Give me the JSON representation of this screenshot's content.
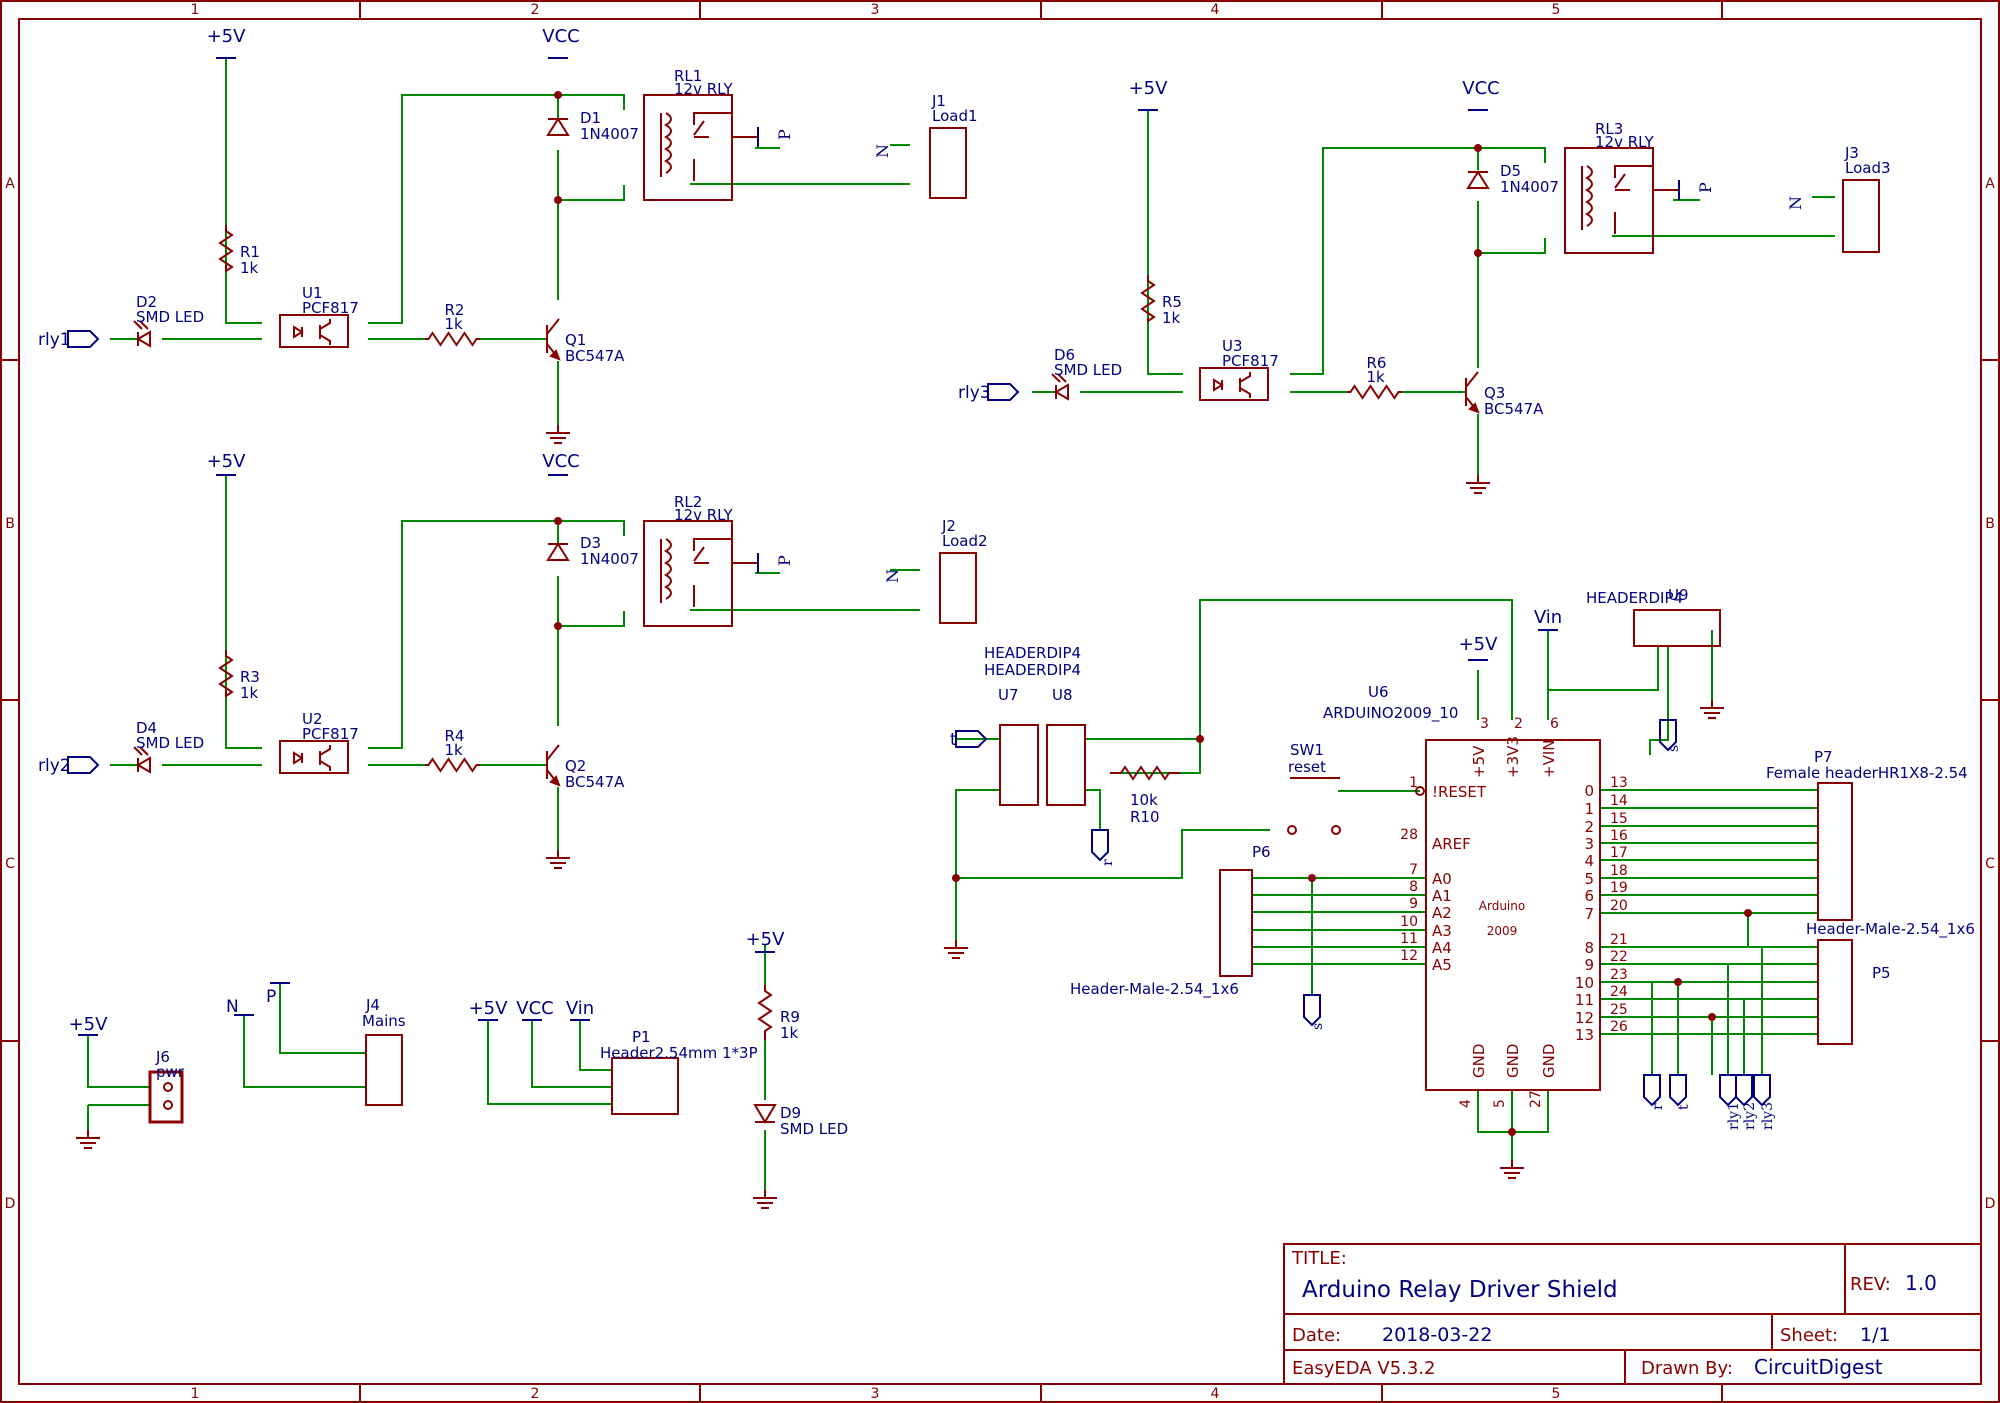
{
  "colors": {
    "frame": "#880000",
    "wire": "#008800",
    "ref": "#000080",
    "symbol": "#880000",
    "pin": "#880000",
    "text": "#000080",
    "bg": "#ffffff"
  },
  "frame": {
    "columns": [
      "1",
      "2",
      "3",
      "4",
      "5"
    ],
    "rows": [
      "A",
      "B",
      "C",
      "D"
    ]
  },
  "title_block": {
    "title_label": "TITLE:",
    "title": "Arduino Relay Driver Shield",
    "rev_label": "REV:",
    "rev": "1.0",
    "date_label": "Date:",
    "date": "2018-03-22",
    "sheet_label": "Sheet:",
    "sheet": "1/1",
    "tool": "EasyEDA V5.3.2",
    "drawn_by_label": "Drawn By:",
    "drawn_by": "CircuitDigest"
  },
  "power": {
    "p5v": "+5V",
    "vcc": "VCC",
    "vin": "Vin"
  },
  "ports": {
    "rly1": "rly1",
    "rly2": "rly2",
    "rly3": "rly3",
    "t": "t",
    "r": "r",
    "s": "s",
    "p": "P",
    "n": "N"
  },
  "relay_channel_1": {
    "relay_ref": "RL1",
    "relay_val": "12v RLY",
    "diode_ref": "D1",
    "diode_val": "1N4007",
    "res_top_ref": "R1",
    "res_top_val": "1k",
    "led_ref": "D2",
    "led_val": "SMD LED",
    "opto_ref": "U1",
    "opto_val": "PCF817",
    "res_base_ref": "R2",
    "res_base_val": "1k",
    "trans_ref": "Q1",
    "trans_val": "BC547A",
    "conn_ref": "J1",
    "conn_val": "Load1"
  },
  "relay_channel_2": {
    "relay_ref": "RL2",
    "relay_val": "12v RLY",
    "diode_ref": "D3",
    "diode_val": "1N4007",
    "res_top_ref": "R3",
    "res_top_val": "1k",
    "led_ref": "D4",
    "led_val": "SMD LED",
    "opto_ref": "U2",
    "opto_val": "PCF817",
    "res_base_ref": "R4",
    "res_base_val": "1k",
    "trans_ref": "Q2",
    "trans_val": "BC547A",
    "conn_ref": "J2",
    "conn_val": "Load2"
  },
  "relay_channel_3": {
    "relay_ref": "RL3",
    "relay_val": "12v RLY",
    "diode_ref": "D5",
    "diode_val": "1N4007",
    "res_top_ref": "R5",
    "res_top_val": "1k",
    "led_ref": "D6",
    "led_val": "SMD LED",
    "opto_ref": "U3",
    "opto_val": "PCF817",
    "res_base_ref": "R6",
    "res_base_val": "1k",
    "trans_ref": "Q3",
    "trans_val": "BC547A",
    "conn_ref": "J3",
    "conn_val": "Load3"
  },
  "misc": {
    "j6_ref": "J6",
    "j6_val": "pwr",
    "j4_ref": "J4",
    "j4_val": "Mains",
    "p1_ref": "P1",
    "p1_val": "Header2.54mm 1*3P",
    "r9_ref": "R9",
    "r9_val": "1k",
    "d9_ref": "D9",
    "d9_val": "SMD LED",
    "hdr_val": "HEADERDIP4",
    "u7_ref": "U7",
    "u8_ref": "U8",
    "r10_ref": "R10",
    "r10_val": "10k",
    "sw1_ref": "SW1",
    "sw1_val": "reset",
    "p6_ref": "P6",
    "p6_val": "Header-Male-2.54_1x6",
    "u9_ref": "U9",
    "u9_val": "HEADERDIP4",
    "u6_ref": "U6",
    "u6_val": "ARDUINO2009_10",
    "ard_name": "Arduino",
    "ard_sub": "2009",
    "p7_ref": "P7",
    "p7_val": "Female headerHR1X8-2.54",
    "p5_ref": "P5",
    "p5_val": "Header-Male-2.54_1x6"
  },
  "arduino": {
    "top_pins": [
      {
        "name": "+5V",
        "num": "3"
      },
      {
        "name": "+3V3",
        "num": "2"
      },
      {
        "name": "+VIN",
        "num": "6"
      }
    ],
    "left_pins": [
      {
        "name": "!RESET",
        "num": "1"
      },
      {
        "name": "AREF",
        "num": "28"
      },
      {
        "name": "A0",
        "num": "7"
      },
      {
        "name": "A1",
        "num": "8"
      },
      {
        "name": "A2",
        "num": "9"
      },
      {
        "name": "A3",
        "num": "10"
      },
      {
        "name": "A4",
        "num": "11"
      },
      {
        "name": "A5",
        "num": "12"
      }
    ],
    "right_pins": [
      {
        "name": "0",
        "num": "13"
      },
      {
        "name": "1",
        "num": "14"
      },
      {
        "name": "2",
        "num": "15"
      },
      {
        "name": "3",
        "num": "16"
      },
      {
        "name": "4",
        "num": "17"
      },
      {
        "name": "5",
        "num": "18"
      },
      {
        "name": "6",
        "num": "19"
      },
      {
        "name": "7",
        "num": "20"
      },
      {
        "name": "8",
        "num": "21"
      },
      {
        "name": "9",
        "num": "22"
      },
      {
        "name": "10",
        "num": "23"
      },
      {
        "name": "11",
        "num": "24"
      },
      {
        "name": "12",
        "num": "25"
      },
      {
        "name": "13",
        "num": "26"
      }
    ],
    "bottom_pins": [
      {
        "name": "GND",
        "num": "4"
      },
      {
        "name": "GND",
        "num": "5"
      },
      {
        "name": "GND",
        "num": "27"
      }
    ]
  }
}
